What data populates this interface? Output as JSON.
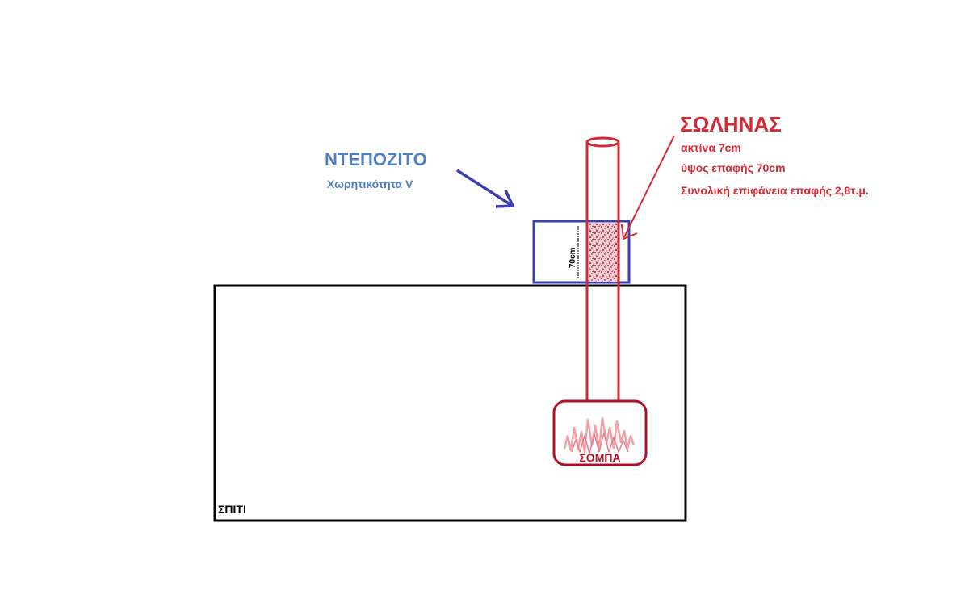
{
  "tank": {
    "title": "ΝΤΕΠΟΖΙΤΟ",
    "subtitle": "Χωρητικότητα V",
    "height_label": "70cm"
  },
  "pipe": {
    "title": "ΣΩΛΗΝΑΣ",
    "radius_text": "ακτίνα 7cm",
    "contact_height_text": "ύψος επαφής 70cm",
    "contact_area_text": "Συνολική επιφάνεια επαφής 2,8τ.μ."
  },
  "stove": {
    "label": "ΣΟΜΠΑ"
  },
  "house": {
    "label": "ΣΠΙΤΙ"
  },
  "colors": {
    "tank_blue": "#3a3fb5",
    "tank_label_blue": "#4f7fc0",
    "pipe_red": "#d42a35",
    "stove_dark_red": "#b0122a",
    "flame_pink": "#f0a0a8",
    "house_black": "#000000"
  }
}
